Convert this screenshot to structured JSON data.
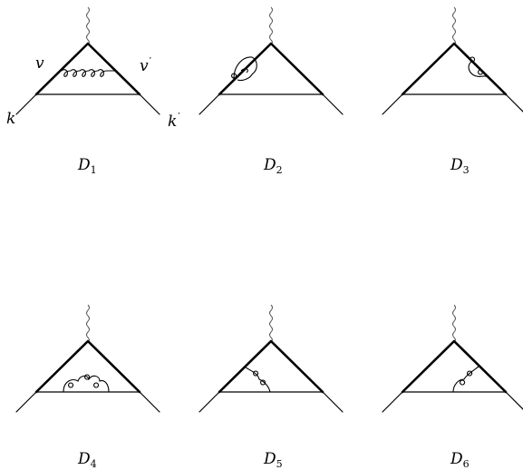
{
  "diagrams": [
    {
      "base": "D",
      "sub": "1",
      "v": "v",
      "v_prime": "′",
      "k": "k",
      "k_prime": "′"
    },
    {
      "base": "D",
      "sub": "2"
    },
    {
      "base": "D",
      "sub": "3"
    },
    {
      "base": "D",
      "sub": "4"
    },
    {
      "base": "D",
      "sub": "5"
    },
    {
      "base": "D",
      "sub": "6"
    }
  ]
}
